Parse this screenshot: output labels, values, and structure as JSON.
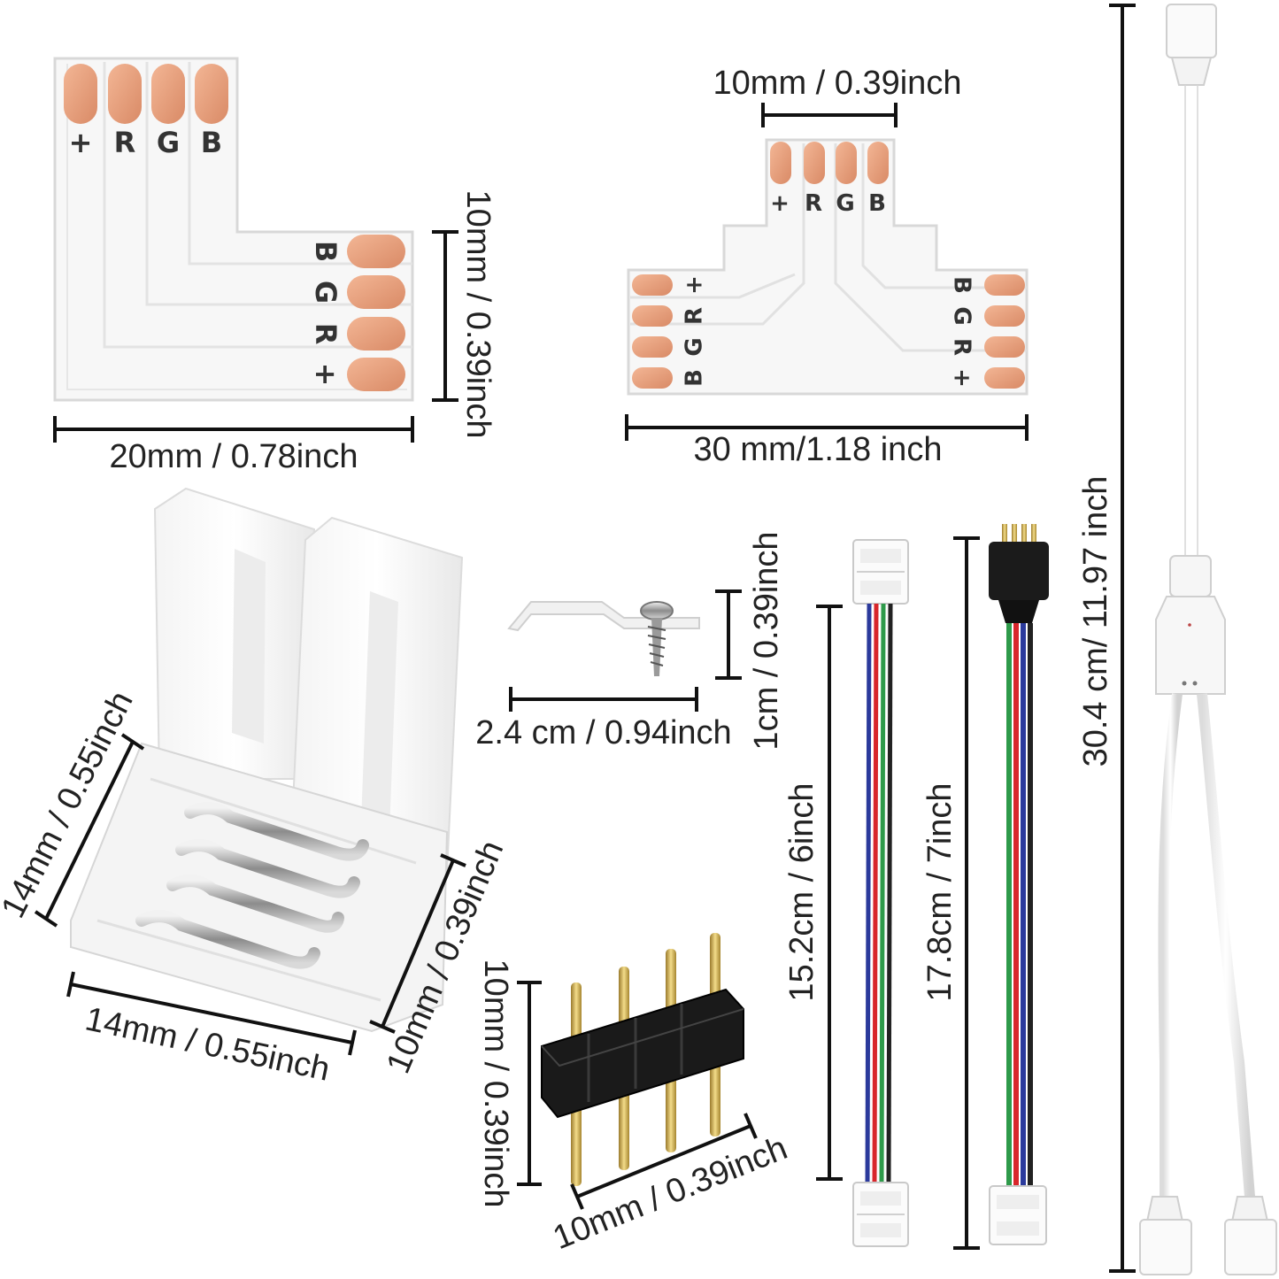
{
  "colors": {
    "pad": "#e9a17f",
    "pcb": "#f6f6f6",
    "wire_green": "#2e9a4a",
    "wire_red": "#d8262b",
    "wire_blue": "#2b3a9c",
    "dimension_line": "#111111"
  },
  "l_connector": {
    "top_pins": [
      "+",
      "R",
      "G",
      "B"
    ],
    "side_pins": [
      "B",
      "G",
      "R",
      "+"
    ],
    "width_label": "20mm / 0.78inch",
    "height_label": "10mm / 0.39inch"
  },
  "t_connector": {
    "top_pins": [
      "+",
      "R",
      "G",
      "B"
    ],
    "left_pins": [
      "+",
      "R",
      "G",
      "B"
    ],
    "right_pins": [
      "B",
      "G",
      "R",
      "+"
    ],
    "pin_width_label": "10mm / 0.39inch",
    "width_label": "30 mm/1.18 inch"
  },
  "clip_connector": {
    "left_label": "14mm / 0.55inch",
    "bottom_label": "14mm / 0.55inch",
    "right_label": "10mm / 0.39inch"
  },
  "mounting_clip": {
    "width_label": "2.4 cm / 0.94inch",
    "height_label": "1cm / 0.39inch"
  },
  "pin_header": {
    "height_label": "10mm / 0.39inch",
    "width_label": "10mm / 0.39inch"
  },
  "jumper_cable": {
    "length_label": "15.2cm / 6inch"
  },
  "male_cable": {
    "length_label": "17.8cm / 7inch"
  },
  "splitter_cable": {
    "length_label": "30.4 cm/ 11.97 inch"
  }
}
